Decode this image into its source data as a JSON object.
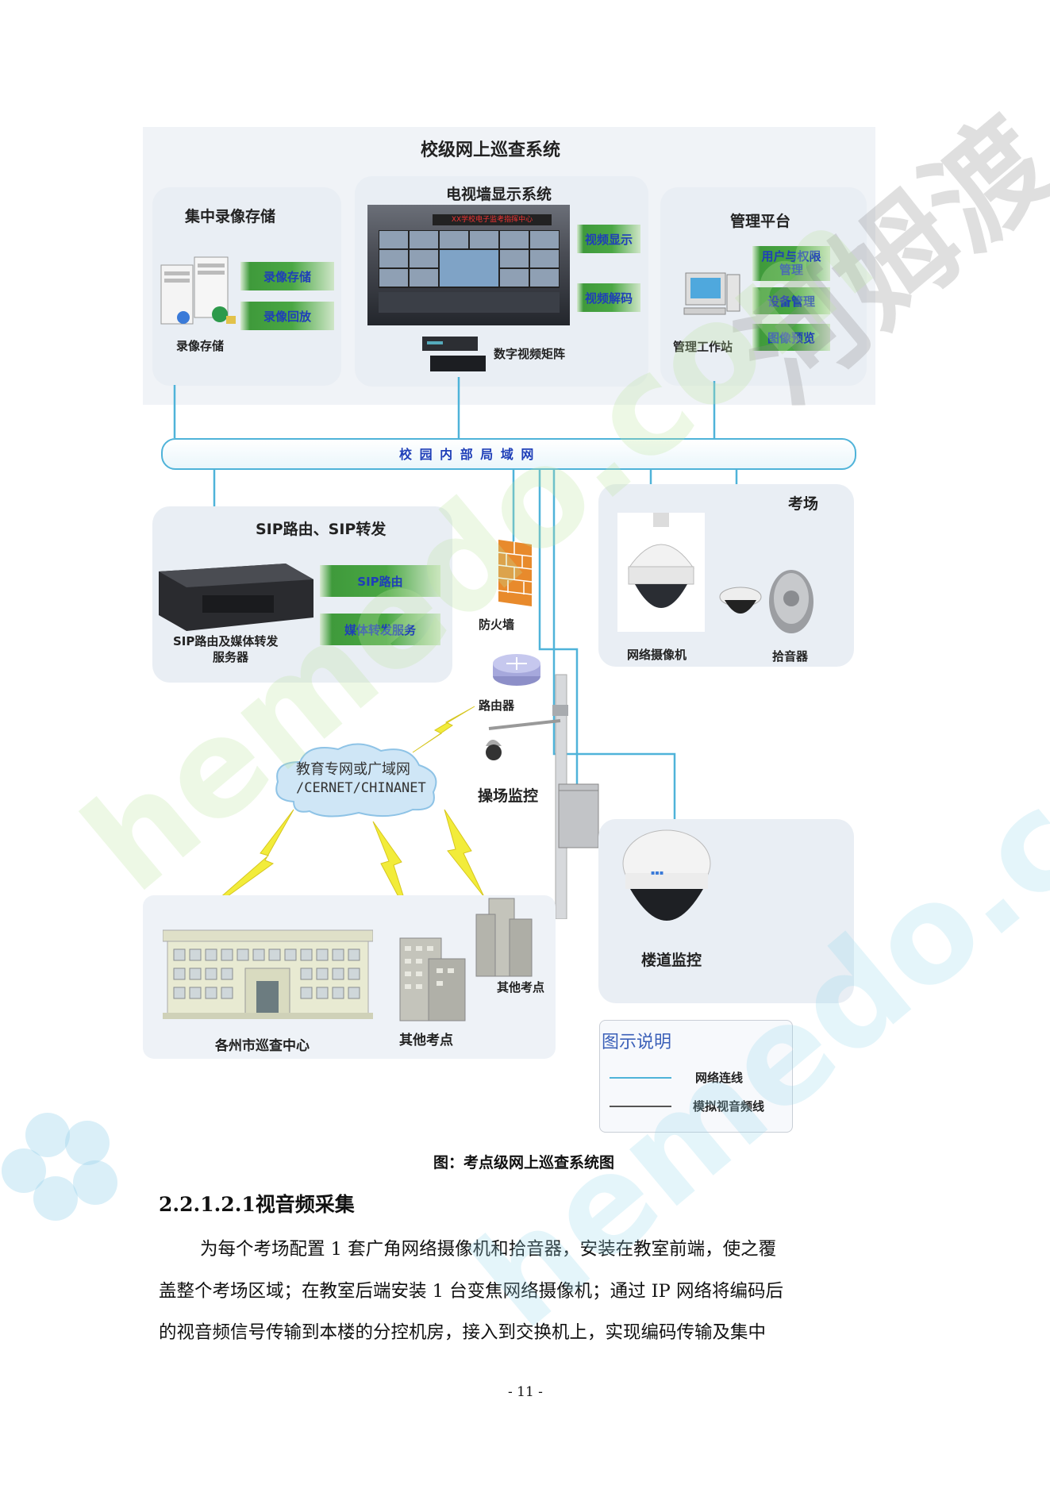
{
  "diagram": {
    "top_title": "校级网上巡查系统",
    "storage": {
      "title": "集中录像存储",
      "buttons": [
        "录像存储",
        "录像回放"
      ],
      "device_label": "录像存储"
    },
    "tvwall": {
      "title": "电视墙显示系统",
      "screen_banner": "XX学校电子监考指挥中心",
      "buttons": [
        "视频显示",
        "视频解码"
      ],
      "device_label": "数字视频矩阵"
    },
    "mgmt": {
      "title": "管理平台",
      "buttons": [
        "用户与权限管理",
        "设备管理",
        "图像预览"
      ],
      "device_label": "管理工作站"
    },
    "lan_label": "校 园 内 部 局 域 网",
    "sip": {
      "title": "SIP路由、SIP转发",
      "buttons": [
        "SIP路由",
        "媒体转发服务"
      ],
      "device_label_1": "SIP路由及媒体转发",
      "device_label_2": "服务器"
    },
    "firewall_label": "防火墙",
    "router_label": "路由器",
    "exam_room": {
      "title": "考场",
      "camera_label": "网络摄像机",
      "pickup_label": "拾音器"
    },
    "cloud_line1": "教育专网或广域网",
    "cloud_line2": "/CERNET/CHINANET",
    "playground_label": "操场监控",
    "corridor_label": "楼道监控",
    "city_center_label": "各州市巡查中心",
    "other_site_label_1": "其他考点",
    "other_site_label_2": "其他考点",
    "legend": {
      "title": "图示说明",
      "items": [
        {
          "label": "网络连线",
          "color": "#4fb3d9"
        },
        {
          "label": "模拟视音频线",
          "color": "#555555"
        }
      ]
    },
    "colors": {
      "network_line": "#4fb3d9",
      "analog_line": "#555555",
      "button_green": "#4aa744",
      "button_text": "#1f3fb8"
    }
  },
  "caption": "图：考点级网上巡查系统图",
  "section_heading": "2.2.1.2.1视音频采集",
  "paragraph_lines": [
    "为每个考场配置 1 套广角网络摄像机和拾音器，安装在教室前端，使之覆",
    "盖整个考场区域；在教室后端安装 1 台变焦网络摄像机；通过 IP 网络将编码后",
    "的视音频信号传输到本楼的分控机房，接入到交换机上，实现编码传输及集中"
  ],
  "page_number": "- 11 -",
  "watermark": {
    "text_cn": "河姆渡",
    "text_en": "hemedo.com"
  }
}
